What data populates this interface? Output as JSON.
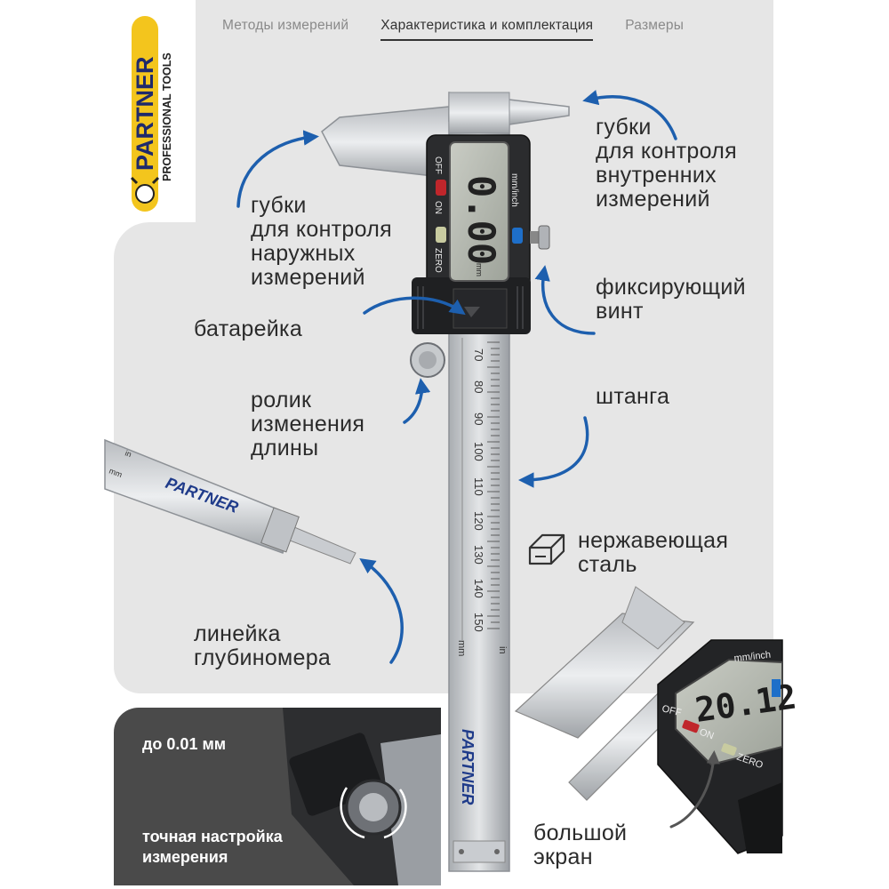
{
  "brand": {
    "name": "PARTNER",
    "tagline": "PROFESSIONAL TOOLS"
  },
  "tabs": [
    {
      "label": "Методы измерений",
      "active": false
    },
    {
      "label": "Характеристика и комплектация",
      "active": true
    },
    {
      "label": "Размеры",
      "active": false
    }
  ],
  "labels": {
    "outer_jaws": [
      "губки",
      "для контроля",
      "наружных",
      "измерений"
    ],
    "inner_jaws": [
      "губки",
      "для контроля",
      "внутренних",
      "измерений"
    ],
    "battery": [
      "батарейка"
    ],
    "lock_screw": [
      "фиксирующий",
      "винт"
    ],
    "roller": [
      "ролик",
      "изменения",
      "длины"
    ],
    "beam": [
      "штанга"
    ],
    "depth_rod": [
      "линейка",
      "глубиномера"
    ],
    "steel": [
      "нержавеющая",
      "сталь"
    ],
    "screen": [
      "большой",
      "экран"
    ]
  },
  "caliper": {
    "display_value": "0.00",
    "display_unit": "mm",
    "mode_label": "mm/inch",
    "off_label": "OFF",
    "on_label": "ON",
    "zero_label": "ZERO",
    "scale_numbers": [
      "70",
      "80",
      "90",
      "100",
      "110",
      "120",
      "130",
      "140",
      "150"
    ],
    "scale_unit_mm": "mm",
    "scale_unit_in": "in",
    "ruler_brand": "PARTNER"
  },
  "zoom_display": {
    "value": "20.12",
    "mode_label": "mm/inch",
    "off_label": "OFF",
    "on_label": "ON",
    "zero_label": "ZERO"
  },
  "precision": {
    "value_text": "до 0.01 мм",
    "caption": [
      "точная настройка",
      "измерения"
    ]
  },
  "colors": {
    "accent_blue": "#1d5fae",
    "background_grey": "#e6e6e6",
    "logo_yellow": "#f3c51d",
    "dark_box": "#4a4a4a"
  }
}
